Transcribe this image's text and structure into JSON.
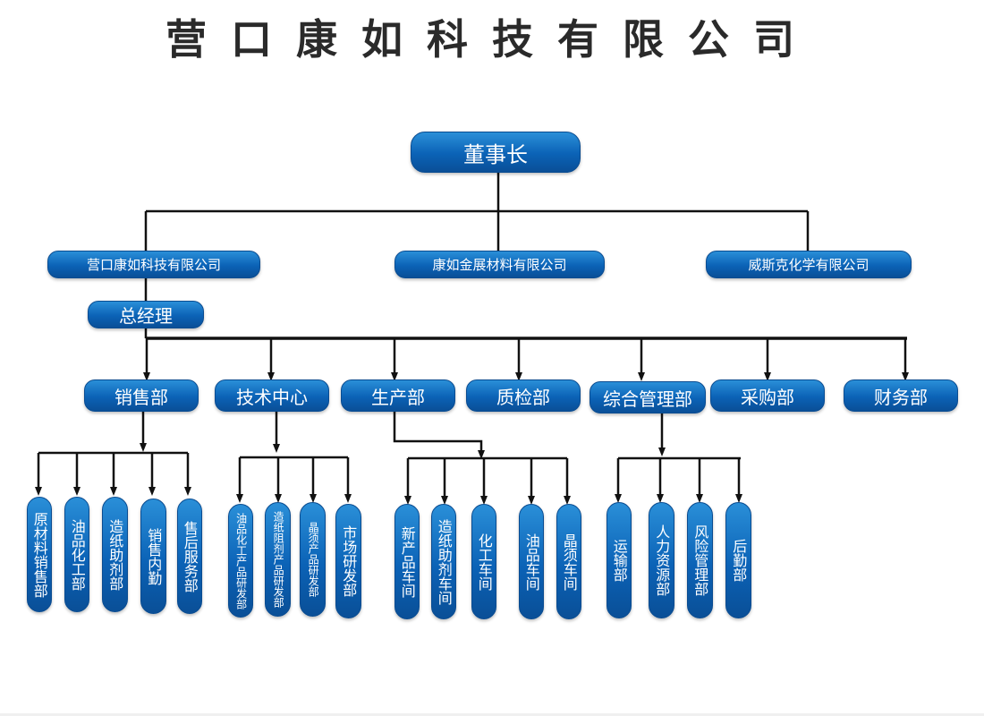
{
  "title": "营口康如科技有限公司",
  "chairman": "董事长",
  "companies": [
    "营口康如科技有限公司",
    "康如金展材料有限公司",
    "威斯克化学有限公司"
  ],
  "gm": "总经理",
  "departments": {
    "sales": "销售部",
    "tech": "技术中心",
    "production": "生产部",
    "qc": "质检部",
    "admin": "综合管理部",
    "purchase": "采购部",
    "finance": "财务部"
  },
  "sales_units": [
    "原材料销售部",
    "油品化工部",
    "造纸助剂部",
    "销售内勤",
    "售后服务部"
  ],
  "tech_units": [
    "油品化工产品研发部",
    "造纸阻剂产品研发部",
    "晶须产品研发部",
    "市场研发部"
  ],
  "production_units": [
    "新产品车间",
    "造纸助剂车间",
    "化工车间",
    "油品车间",
    "晶须车间"
  ],
  "admin_units": [
    "运输部",
    "人力资源部",
    "风险管理部",
    "后勤部"
  ],
  "colors": {
    "box_top": "#2a8fd8",
    "box_mid": "#0b62b6",
    "box_bottom": "#0a4f97",
    "line": "#111111"
  }
}
